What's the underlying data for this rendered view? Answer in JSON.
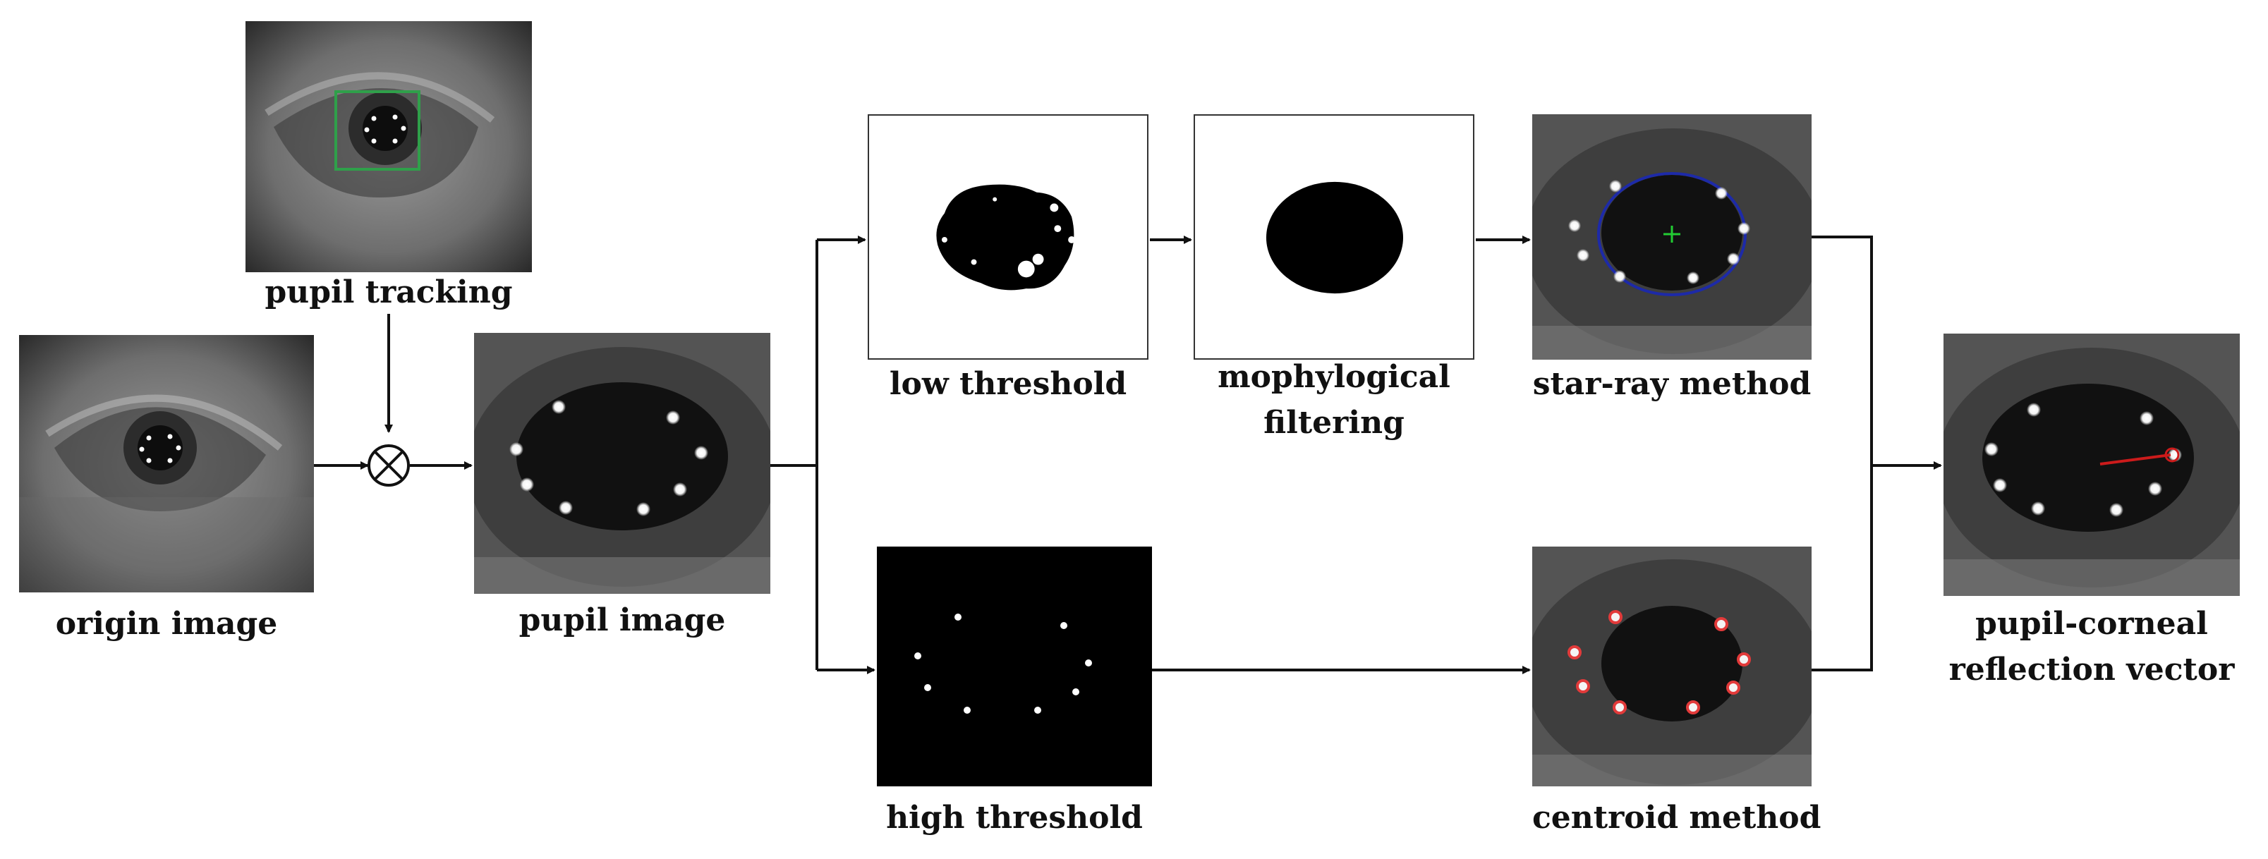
{
  "labels": {
    "pupil_tracking": "pupil tracking",
    "origin_image": "origin image",
    "pupil_image": "pupil image",
    "low_threshold": "low threshold",
    "morph_line1": "mophylogical",
    "morph_line2": "filtering",
    "star_ray": "star-ray method",
    "high_threshold": "high threshold",
    "centroid": "centroid method",
    "result_line1": "pupil-corneal",
    "result_line2": "reflection vector"
  },
  "colors": {
    "tracking_box": "#2fa04a",
    "ellipse": "#1d2aa8",
    "center_cross": "#22cc33",
    "centroid_marker": "#e23a3a",
    "vector": "#cc1b1b",
    "arrow": "#111111"
  },
  "icons": {
    "combine": "circled-times-icon"
  }
}
